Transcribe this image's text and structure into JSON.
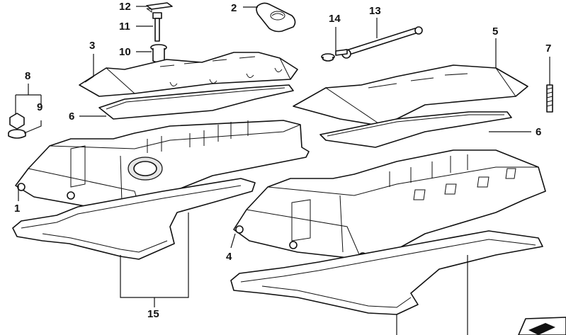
{
  "callouts": {
    "n1": "1",
    "n2": "2",
    "n3": "3",
    "n4": "4",
    "n5": "5",
    "n6a": "6",
    "n6b": "6",
    "n7": "7",
    "n8": "8",
    "n9": "9",
    "n10": "10",
    "n11": "11",
    "n12": "12",
    "n13": "13",
    "n14": "14",
    "n15": "15"
  }
}
